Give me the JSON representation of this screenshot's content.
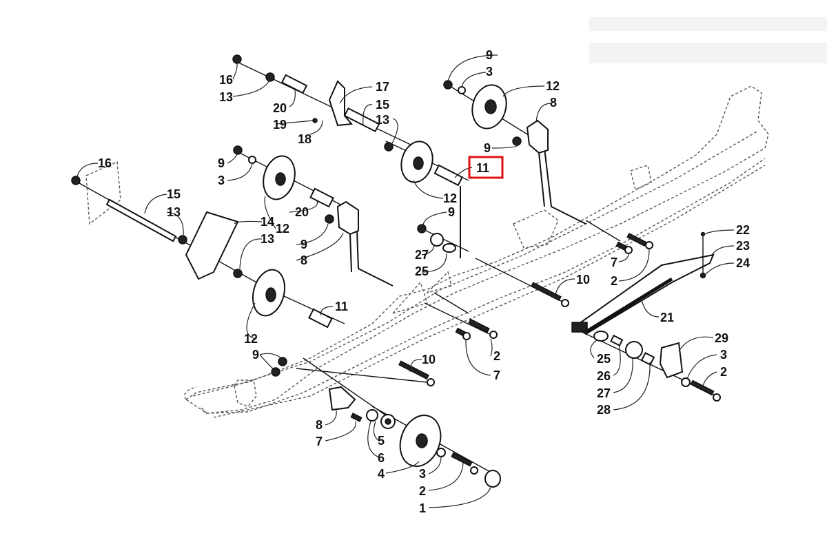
{
  "diagram": {
    "title": "Rear suspension exploded parts diagram",
    "highlight_color": "#e01010",
    "highlighted_callout": "11",
    "callouts": [
      {
        "id": "c16a",
        "num": "16"
      },
      {
        "id": "c13a",
        "num": "13"
      },
      {
        "id": "c20a",
        "num": "20"
      },
      {
        "id": "c19",
        "num": "19"
      },
      {
        "id": "c18",
        "num": "18"
      },
      {
        "id": "c17",
        "num": "17"
      },
      {
        "id": "c15a",
        "num": "15"
      },
      {
        "id": "c13b",
        "num": "13"
      },
      {
        "id": "c9a",
        "num": "9"
      },
      {
        "id": "c3a",
        "num": "3"
      },
      {
        "id": "c12a",
        "num": "12"
      },
      {
        "id": "c8a",
        "num": "8"
      },
      {
        "id": "c9b",
        "num": "9"
      },
      {
        "id": "c11a",
        "num": "11"
      },
      {
        "id": "c12b",
        "num": "12"
      },
      {
        "id": "c9c",
        "num": "9"
      },
      {
        "id": "c3b",
        "num": "3"
      },
      {
        "id": "c16b",
        "num": "16"
      },
      {
        "id": "c15b",
        "num": "15"
      },
      {
        "id": "c13c",
        "num": "13"
      },
      {
        "id": "c14",
        "num": "14"
      },
      {
        "id": "c13d",
        "num": "13"
      },
      {
        "id": "c20b",
        "num": "20"
      },
      {
        "id": "c12c",
        "num": "12"
      },
      {
        "id": "c9d",
        "num": "9"
      },
      {
        "id": "c8b",
        "num": "8"
      },
      {
        "id": "c9e",
        "num": "9"
      },
      {
        "id": "c27a",
        "num": "27"
      },
      {
        "id": "c25a",
        "num": "25"
      },
      {
        "id": "c11b",
        "num": "11"
      },
      {
        "id": "c12d",
        "num": "12"
      },
      {
        "id": "c10a",
        "num": "10"
      },
      {
        "id": "c7a",
        "num": "7"
      },
      {
        "id": "c2a",
        "num": "2"
      },
      {
        "id": "c2b",
        "num": "2"
      },
      {
        "id": "c7b",
        "num": "7"
      },
      {
        "id": "c10b",
        "num": "10"
      },
      {
        "id": "c9f",
        "num": "9"
      },
      {
        "id": "c22",
        "num": "22"
      },
      {
        "id": "c23",
        "num": "23"
      },
      {
        "id": "c24",
        "num": "24"
      },
      {
        "id": "c21",
        "num": "21"
      },
      {
        "id": "c29",
        "num": "29"
      },
      {
        "id": "c3c",
        "num": "3"
      },
      {
        "id": "c2c",
        "num": "2"
      },
      {
        "id": "c25b",
        "num": "25"
      },
      {
        "id": "c26",
        "num": "26"
      },
      {
        "id": "c27b",
        "num": "27"
      },
      {
        "id": "c28",
        "num": "28"
      },
      {
        "id": "c8c",
        "num": "8"
      },
      {
        "id": "c7c",
        "num": "7"
      },
      {
        "id": "c5",
        "num": "5"
      },
      {
        "id": "c6",
        "num": "6"
      },
      {
        "id": "c4",
        "num": "4"
      },
      {
        "id": "c3d",
        "num": "3"
      },
      {
        "id": "c2d",
        "num": "2"
      },
      {
        "id": "c1",
        "num": "1"
      }
    ]
  }
}
